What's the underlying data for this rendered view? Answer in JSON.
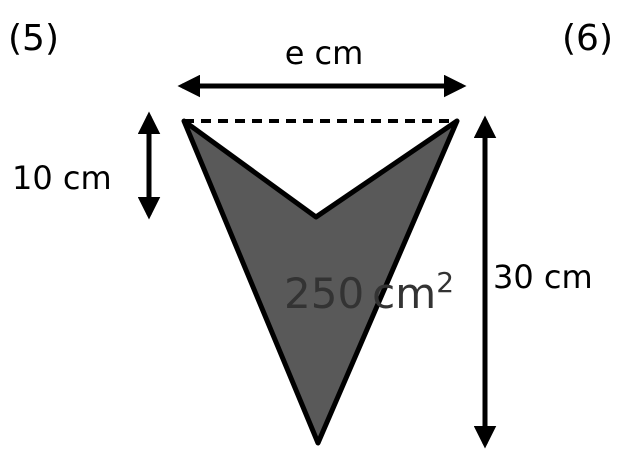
{
  "problem_numbers": {
    "left": "(5)",
    "right": "(6)"
  },
  "labels": {
    "width": "e cm",
    "notch_depth": "10 cm",
    "height": "30 cm",
    "area_value": "250",
    "area_unit": "cm",
    "area_exponent": "2"
  },
  "colors": {
    "shape_fill": "#595959",
    "stroke": "#000000",
    "area_text": "#333333"
  }
}
